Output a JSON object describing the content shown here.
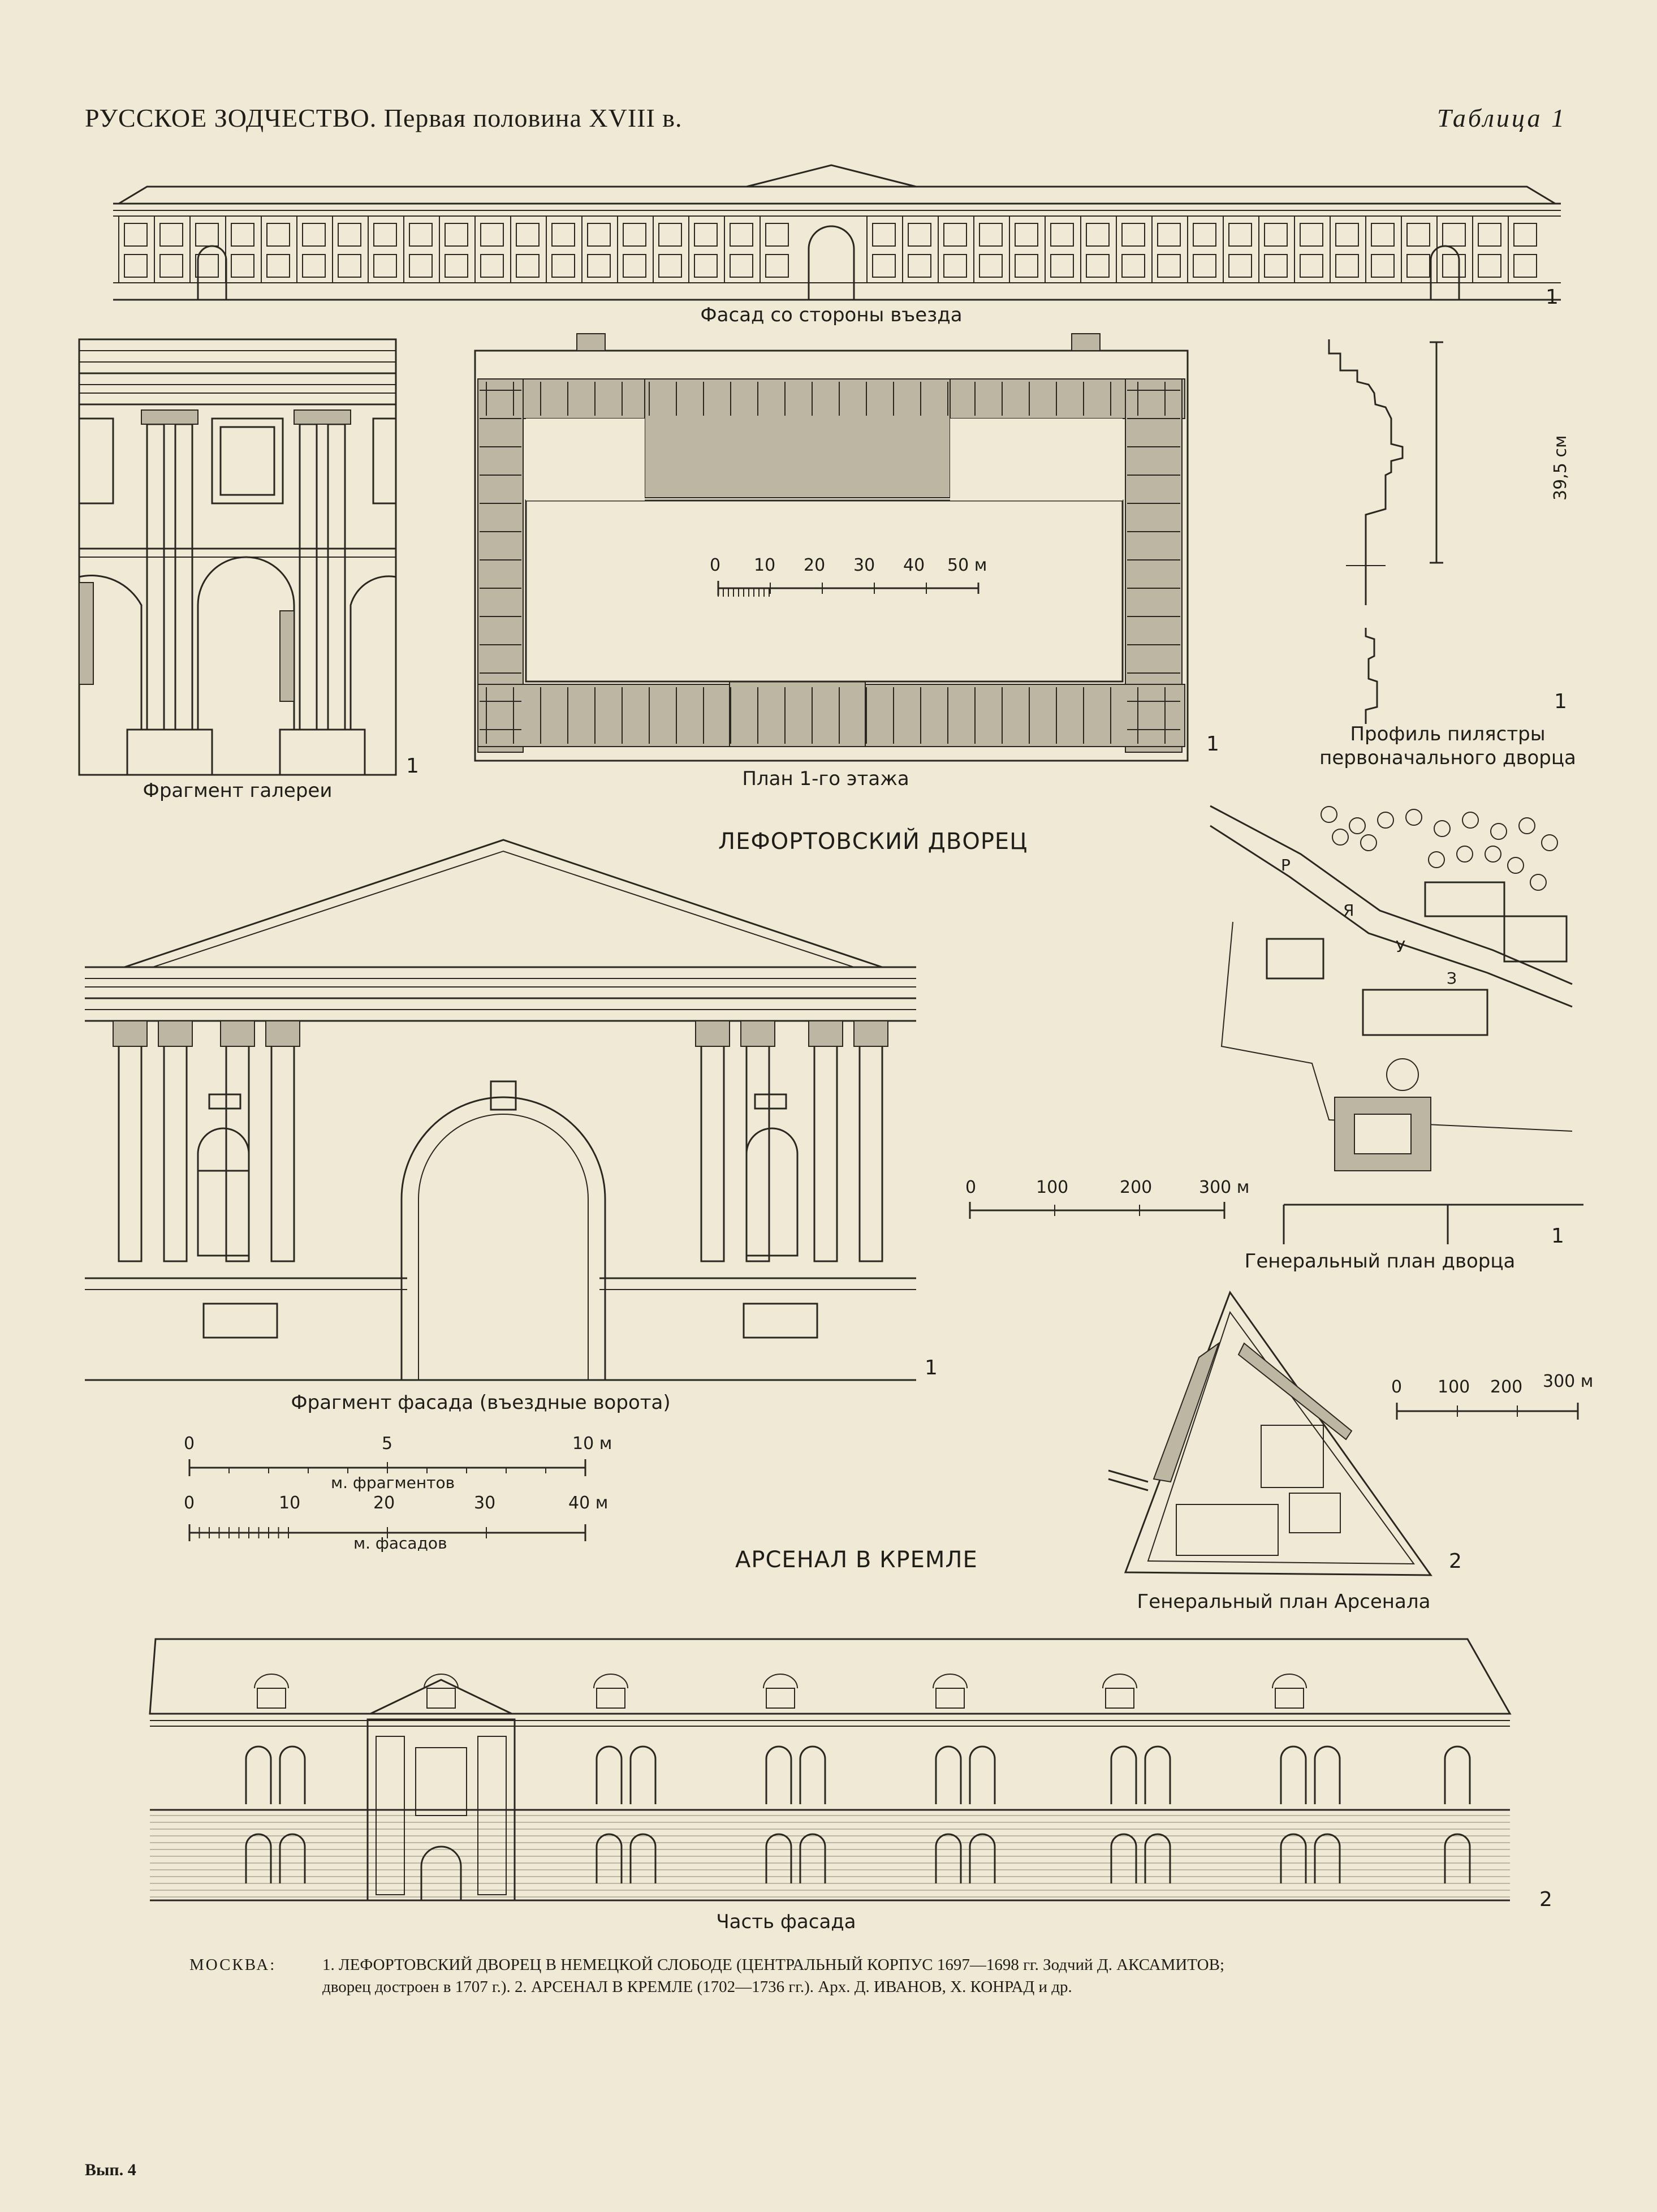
{
  "header": {
    "title": "РУССКОЕ ЗОДЧЕСТВО. Первая половина XVIII в.",
    "plate": "Таблица 1"
  },
  "section_titles": {
    "lefortovo": "ЛЕФОРТОВСКИЙ ДВОРЕЦ",
    "arsenal": "АРСЕНАЛ В КРЕМЛЕ"
  },
  "captions": {
    "facade_entrance": "Фасад со стороны въезда",
    "gallery_fragment": "Фрагмент галереи",
    "plan_first_floor": "План 1-го этажа",
    "pilaster_profile_line1": "Профиль пилястры",
    "pilaster_profile_line2": "первоначального дворца",
    "general_plan_palace": "Генеральный план дворца",
    "facade_fragment_gate": "Фрагмент фасада (въездные ворота)",
    "general_plan_arsenal": "Генеральный план Арсенала",
    "facade_part": "Часть фасада"
  },
  "figure_numbers": {
    "facade_entrance": "1",
    "gallery_fragment": "1",
    "plan": "1",
    "pilaster": "1",
    "general_plan_palace": "1",
    "gate_fragment": "1",
    "arsenal_plan": "2",
    "arsenal_facade": "2"
  },
  "dimension": {
    "pilaster_height": "39,5 см"
  },
  "scales": {
    "plan": {
      "ticks": [
        "0",
        "10",
        "20",
        "30",
        "40",
        "50 м"
      ]
    },
    "palace_general": {
      "ticks": [
        "0",
        "100",
        "200",
        "300 м"
      ]
    },
    "arsenal_general": {
      "ticks": [
        "0",
        "100",
        "200",
        "300 м"
      ]
    },
    "fragments": {
      "ticks": [
        "0",
        "5",
        "10 м"
      ],
      "label": "м. фрагментов"
    },
    "facades": {
      "ticks": [
        "0",
        "10",
        "20",
        "30",
        "40 м"
      ],
      "label": "м. фасадов"
    }
  },
  "site_plan_letters": [
    "Р",
    "Я",
    "У",
    "З"
  ],
  "footer": {
    "city": "МОСКВА:",
    "line1": "1. ЛЕФОРТОВСКИЙ ДВОРЕЦ В НЕМЕЦКОЙ СЛОБОДЕ (ЦЕНТРАЛЬНЫЙ КОРПУС 1697—1698 гг. Зодчий Д. АКСАМИТОВ;",
    "line2": "дворец достроен в 1707 г.).   2. АРСЕНАЛ В КРЕМЛЕ (1702—1736 гг.). Арх. Д. ИВАНОВ, Х. КОНРАД и др."
  },
  "issue": "Вып. 4"
}
